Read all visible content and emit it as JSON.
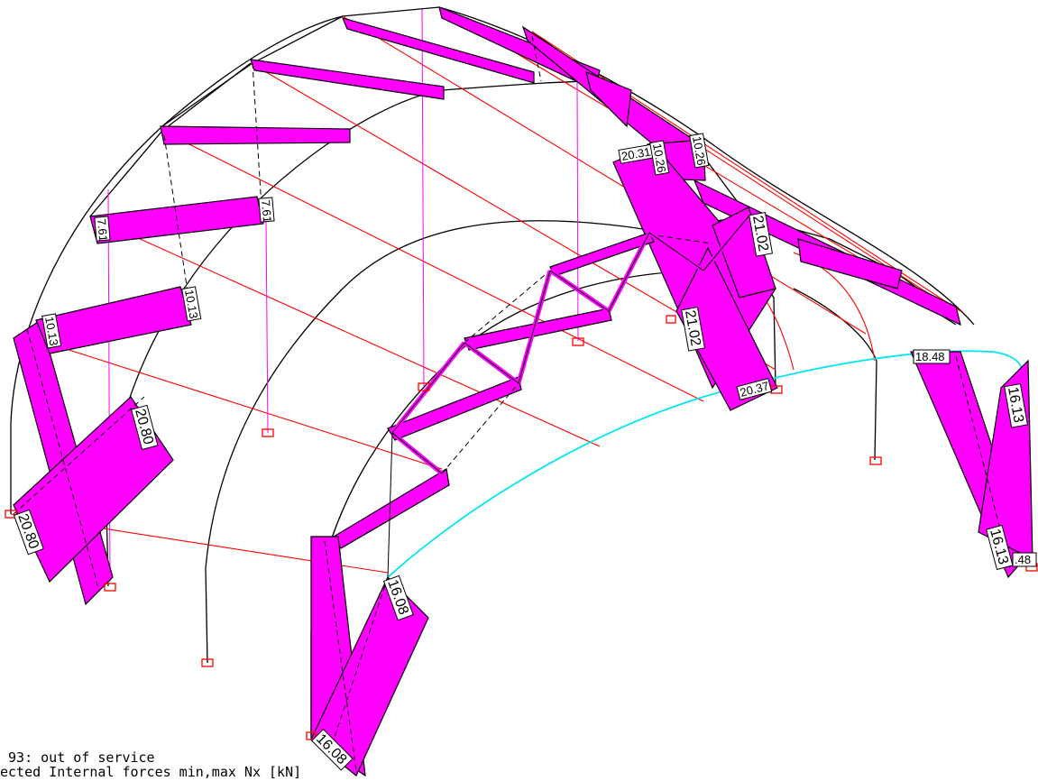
{
  "colors": {
    "frame_line": "#000000",
    "member_red": "#ff0000",
    "force_fill": "#ff00ff",
    "tendon": "#00e6f0",
    "support": "#ff0000",
    "diagram_stroke": "#000000",
    "dash": "#ff8c00"
  },
  "caption": {
    "line1": " 93: out of service",
    "line2": "ected Internal forces min,max Nx [kN]"
  },
  "values": {
    "v1": "20.80",
    "v2": "20.80",
    "v3": "10.13",
    "v4": "10.13",
    "v5": "7.61",
    "v6": "7.61",
    "v7": "20.31",
    "v8": "21.02",
    "v9": "21.02",
    "v10": "20.37",
    "v11": "18.48",
    "v12": "16.13",
    "v13": "16.13",
    "v14": "16.08",
    "v15": "16.08",
    "v16": "10.26",
    "v17": "10.26",
    "v18": ".48"
  }
}
